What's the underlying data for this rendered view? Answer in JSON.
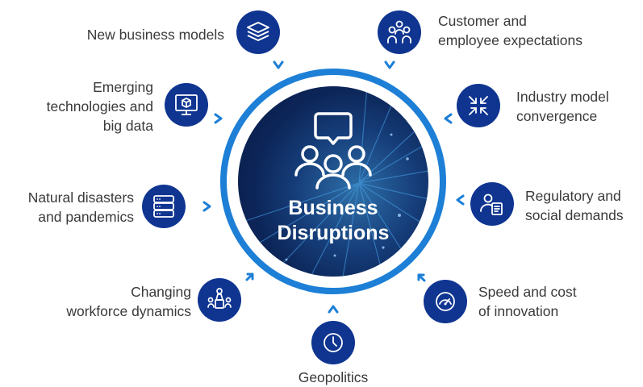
{
  "center": {
    "title_line1": "Business",
    "title_line2": "Disruptions",
    "icon": "team-discussion-icon"
  },
  "colors": {
    "node": "#0f3591",
    "ring": "#1d7fd6",
    "text": "#3a3a3a"
  },
  "factors": [
    {
      "label_line1": "New business models",
      "label_line2": "",
      "label_line3": "",
      "icon": "layers-icon"
    },
    {
      "label_line1": "Customer and",
      "label_line2": "employee expectations",
      "label_line3": "",
      "icon": "people-group-icon"
    },
    {
      "label_line1": "Emerging",
      "label_line2": "technologies and",
      "label_line3": "big data",
      "icon": "monitor-cube-icon"
    },
    {
      "label_line1": "Industry model",
      "label_line2": "convergence",
      "label_line3": "",
      "icon": "converge-arrows-icon"
    },
    {
      "label_line1": "Natural disasters",
      "label_line2": "and pandemics",
      "label_line3": "",
      "icon": "server-stack-icon"
    },
    {
      "label_line1": "Regulatory and",
      "label_line2": "social demands",
      "label_line3": "",
      "icon": "person-document-icon"
    },
    {
      "label_line1": "Changing",
      "label_line2": "workforce dynamics",
      "label_line3": "",
      "icon": "meeting-table-icon"
    },
    {
      "label_line1": "Speed and cost",
      "label_line2": "of innovation",
      "label_line3": "",
      "icon": "speedometer-icon"
    },
    {
      "label_line1": "Geopolitics",
      "label_line2": "",
      "label_line3": "",
      "icon": "clock-icon"
    }
  ]
}
